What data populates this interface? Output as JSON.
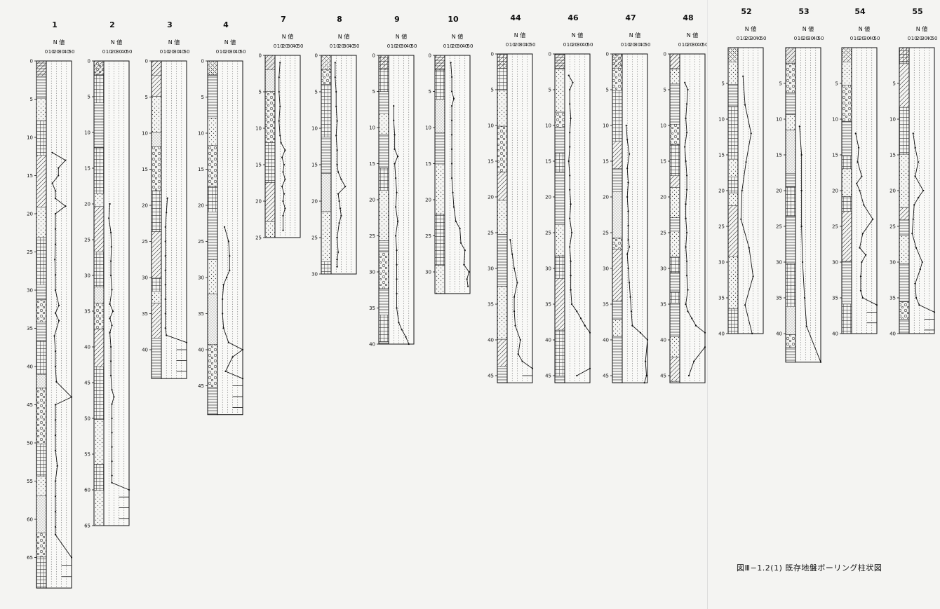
{
  "figure_caption": "図Ⅲ−1.2(1)  既存地盤ボーリング柱状図",
  "n_label": "N 値",
  "n_ticks": [
    "0",
    "10",
    "20",
    "30",
    "40",
    "50"
  ],
  "boreholes": [
    {
      "id": "1",
      "max_depth": 69,
      "depth_ticks": [
        0,
        5,
        10,
        15,
        20,
        25,
        30,
        35,
        40,
        45,
        50,
        55,
        60,
        65
      ],
      "n_profile": [
        [
          12,
          12
        ],
        [
          13,
          38
        ],
        [
          14,
          24
        ],
        [
          15,
          24
        ],
        [
          16,
          12
        ],
        [
          17,
          18
        ],
        [
          18,
          18
        ],
        [
          19,
          38
        ],
        [
          20,
          18
        ],
        [
          22,
          18
        ],
        [
          24,
          18
        ],
        [
          26,
          17
        ],
        [
          28,
          18
        ],
        [
          30,
          18
        ],
        [
          32,
          25
        ],
        [
          33,
          18
        ],
        [
          34,
          25
        ],
        [
          36,
          16
        ],
        [
          38,
          18
        ],
        [
          40,
          18
        ],
        [
          42,
          20
        ],
        [
          44,
          50
        ],
        [
          45,
          18
        ],
        [
          47,
          18
        ],
        [
          49,
          18
        ],
        [
          51,
          18
        ],
        [
          53,
          22
        ],
        [
          55,
          18
        ],
        [
          57,
          18
        ],
        [
          59,
          18
        ],
        [
          61,
          18
        ],
        [
          62,
          18
        ],
        [
          65,
          50
        ]
      ],
      "refusal": true
    },
    {
      "id": "2",
      "max_depth": 65,
      "depth_ticks": [
        0,
        5,
        10,
        15,
        20,
        25,
        30,
        35,
        40,
        45,
        50,
        55,
        60,
        65
      ],
      "n_profile": [
        [
          20,
          12
        ],
        [
          22,
          10
        ],
        [
          24,
          14
        ],
        [
          26,
          15
        ],
        [
          28,
          14
        ],
        [
          30,
          14
        ],
        [
          32,
          16
        ],
        [
          34,
          12
        ],
        [
          35,
          18
        ],
        [
          36,
          12
        ],
        [
          37,
          16
        ],
        [
          38,
          12
        ],
        [
          40,
          14
        ],
        [
          42,
          14
        ],
        [
          44,
          14
        ],
        [
          46,
          16
        ],
        [
          47,
          20
        ],
        [
          48,
          16
        ],
        [
          50,
          16
        ],
        [
          52,
          16
        ],
        [
          54,
          16
        ],
        [
          56,
          16
        ],
        [
          58,
          16
        ],
        [
          59,
          16
        ],
        [
          60,
          50
        ]
      ],
      "refusal": true
    },
    {
      "id": "3",
      "max_depth": 44,
      "depth_ticks": [
        0,
        5,
        10,
        15,
        20,
        25,
        30,
        35,
        40
      ],
      "n_profile": [
        [
          19,
          12
        ],
        [
          21,
          10
        ],
        [
          23,
          8
        ],
        [
          25,
          8
        ],
        [
          27,
          8
        ],
        [
          29,
          8
        ],
        [
          31,
          8
        ],
        [
          33,
          8
        ],
        [
          35,
          8
        ],
        [
          37,
          8
        ],
        [
          38,
          10
        ],
        [
          39,
          50
        ]
      ],
      "refusal": true
    },
    {
      "id": "4",
      "max_depth": 49,
      "depth_ticks": [
        0,
        5,
        10,
        15,
        20,
        25,
        30,
        35,
        40,
        45
      ],
      "n_profile": [
        [
          23,
          14
        ],
        [
          25,
          22
        ],
        [
          27,
          24
        ],
        [
          29,
          24
        ],
        [
          30,
          18
        ],
        [
          31,
          12
        ],
        [
          33,
          10
        ],
        [
          35,
          10
        ],
        [
          37,
          12
        ],
        [
          39,
          22
        ],
        [
          40,
          50
        ],
        [
          41,
          30
        ],
        [
          43,
          16
        ],
        [
          44,
          50
        ]
      ],
      "refusal": true
    },
    {
      "id": "7",
      "max_depth": 25,
      "depth_ticks": [
        0,
        5,
        10,
        15,
        20,
        25
      ],
      "n_profile": [
        [
          1,
          10
        ],
        [
          3,
          8
        ],
        [
          5,
          8
        ],
        [
          7,
          10
        ],
        [
          9,
          8
        ],
        [
          11,
          10
        ],
        [
          12,
          12
        ],
        [
          13,
          20
        ],
        [
          14,
          14
        ],
        [
          15,
          18
        ],
        [
          16,
          16
        ],
        [
          17,
          20
        ],
        [
          18,
          14
        ],
        [
          19,
          18
        ],
        [
          20,
          16
        ],
        [
          21,
          20
        ],
        [
          22,
          16
        ],
        [
          24,
          16
        ]
      ],
      "refusal": false
    },
    {
      "id": "8",
      "max_depth": 30,
      "depth_ticks": [
        0,
        5,
        10,
        15,
        20,
        25,
        30
      ],
      "n_profile": [
        [
          1,
          8
        ],
        [
          3,
          8
        ],
        [
          5,
          10
        ],
        [
          7,
          10
        ],
        [
          9,
          12
        ],
        [
          11,
          10
        ],
        [
          13,
          12
        ],
        [
          15,
          12
        ],
        [
          16,
          14
        ],
        [
          17,
          20
        ],
        [
          18,
          28
        ],
        [
          19,
          14
        ],
        [
          20,
          16
        ],
        [
          21,
          18
        ],
        [
          22,
          20
        ],
        [
          23,
          16
        ],
        [
          25,
          12
        ],
        [
          27,
          14
        ],
        [
          28,
          12
        ],
        [
          29,
          12
        ]
      ],
      "refusal": false
    },
    {
      "id": "9",
      "max_depth": 40,
      "depth_ticks": [
        0,
        5,
        10,
        15,
        20,
        25,
        30,
        35,
        40
      ],
      "n_profile": [
        [
          7,
          10
        ],
        [
          9,
          10
        ],
        [
          11,
          12
        ],
        [
          13,
          12
        ],
        [
          14,
          18
        ],
        [
          15,
          12
        ],
        [
          17,
          14
        ],
        [
          19,
          16
        ],
        [
          21,
          14
        ],
        [
          23,
          18
        ],
        [
          25,
          14
        ],
        [
          27,
          16
        ],
        [
          29,
          16
        ],
        [
          31,
          16
        ],
        [
          33,
          16
        ],
        [
          35,
          16
        ],
        [
          37,
          20
        ],
        [
          38,
          26
        ],
        [
          39,
          34
        ],
        [
          40,
          40
        ]
      ],
      "refusal": false
    },
    {
      "id": "10",
      "max_depth": 33,
      "depth_ticks": [
        0,
        5,
        10,
        15,
        20,
        25,
        30
      ],
      "n_profile": [
        [
          1,
          12
        ],
        [
          3,
          14
        ],
        [
          5,
          14
        ],
        [
          6,
          18
        ],
        [
          7,
          14
        ],
        [
          9,
          14
        ],
        [
          11,
          14
        ],
        [
          13,
          14
        ],
        [
          15,
          14
        ],
        [
          17,
          14
        ],
        [
          19,
          16
        ],
        [
          21,
          18
        ],
        [
          23,
          22
        ],
        [
          24,
          30
        ],
        [
          26,
          32
        ],
        [
          27,
          40
        ],
        [
          29,
          38
        ],
        [
          30,
          48
        ],
        [
          31,
          44
        ],
        [
          32,
          46
        ]
      ],
      "refusal": false
    },
    {
      "id": "44",
      "max_depth": 46,
      "depth_ticks": [
        0,
        5,
        10,
        15,
        20,
        25,
        30,
        35,
        40,
        45
      ],
      "n_profile": [
        [
          26,
          6
        ],
        [
          28,
          10
        ],
        [
          30,
          14
        ],
        [
          32,
          20
        ],
        [
          34,
          14
        ],
        [
          36,
          14
        ],
        [
          38,
          16
        ],
        [
          40,
          26
        ],
        [
          42,
          22
        ],
        [
          43,
          30
        ],
        [
          44,
          50
        ]
      ],
      "refusal": true
    },
    {
      "id": "46",
      "max_depth": 46,
      "depth_ticks": [
        0,
        5,
        10,
        15,
        20,
        25,
        30,
        35,
        40,
        45
      ],
      "n_profile": [
        [
          3,
          8
        ],
        [
          4,
          16
        ],
        [
          5,
          10
        ],
        [
          7,
          10
        ],
        [
          9,
          12
        ],
        [
          11,
          10
        ],
        [
          13,
          10
        ],
        [
          15,
          8
        ],
        [
          17,
          10
        ],
        [
          19,
          10
        ],
        [
          21,
          12
        ],
        [
          23,
          10
        ],
        [
          25,
          14
        ],
        [
          27,
          10
        ],
        [
          29,
          12
        ],
        [
          31,
          12
        ],
        [
          33,
          12
        ],
        [
          35,
          14
        ],
        [
          36,
          24
        ],
        [
          37,
          32
        ],
        [
          38,
          40
        ],
        [
          39,
          50
        ],
        [
          44,
          50
        ],
        [
          45,
          24
        ]
      ],
      "refusal": true
    },
    {
      "id": "47",
      "max_depth": 46,
      "depth_ticks": [
        0,
        5,
        10,
        15,
        20,
        25,
        30,
        35,
        40,
        45
      ],
      "n_profile": [
        [
          10,
          8
        ],
        [
          12,
          10
        ],
        [
          14,
          14
        ],
        [
          16,
          10
        ],
        [
          18,
          12
        ],
        [
          20,
          10
        ],
        [
          22,
          12
        ],
        [
          24,
          12
        ],
        [
          26,
          12
        ],
        [
          27,
          14
        ],
        [
          28,
          10
        ],
        [
          30,
          12
        ],
        [
          32,
          14
        ],
        [
          34,
          16
        ],
        [
          36,
          18
        ],
        [
          38,
          20
        ],
        [
          39,
          36
        ],
        [
          40,
          50
        ],
        [
          43,
          46
        ],
        [
          45,
          48
        ],
        [
          46,
          44
        ]
      ],
      "refusal": true
    },
    {
      "id": "48",
      "max_depth": 46,
      "depth_ticks": [
        0,
        5,
        10,
        15,
        20,
        25,
        30,
        35,
        40,
        45
      ],
      "n_profile": [
        [
          4,
          10
        ],
        [
          5,
          16
        ],
        [
          7,
          14
        ],
        [
          9,
          12
        ],
        [
          11,
          14
        ],
        [
          13,
          10
        ],
        [
          15,
          12
        ],
        [
          17,
          14
        ],
        [
          19,
          14
        ],
        [
          21,
          12
        ],
        [
          23,
          12
        ],
        [
          25,
          14
        ],
        [
          27,
          12
        ],
        [
          29,
          14
        ],
        [
          31,
          14
        ],
        [
          33,
          16
        ],
        [
          35,
          12
        ],
        [
          36,
          16
        ],
        [
          37,
          24
        ],
        [
          38,
          32
        ],
        [
          39,
          50
        ],
        [
          41,
          50
        ],
        [
          43,
          28
        ],
        [
          45,
          18
        ]
      ],
      "refusal": true
    },
    {
      "id": "52",
      "max_depth": 40,
      "depth_ticks": [
        5,
        10,
        15,
        20,
        25,
        30,
        35,
        40
      ],
      "n_profile": [
        [
          4,
          10
        ],
        [
          8,
          14
        ],
        [
          12,
          26
        ],
        [
          16,
          16
        ],
        [
          20,
          8
        ],
        [
          24,
          6
        ],
        [
          28,
          22
        ],
        [
          32,
          30
        ],
        [
          36,
          14
        ],
        [
          40,
          28
        ]
      ],
      "refusal": false
    },
    {
      "id": "53",
      "max_depth": 44,
      "depth_ticks": [
        5,
        10,
        15,
        20,
        25,
        30,
        35,
        40
      ],
      "n_profile": [
        [
          11,
          8
        ],
        [
          15,
          12
        ],
        [
          20,
          12
        ],
        [
          25,
          12
        ],
        [
          30,
          14
        ],
        [
          35,
          18
        ],
        [
          39,
          22
        ],
        [
          44,
          50
        ]
      ],
      "refusal": false
    },
    {
      "id": "54",
      "max_depth": 40,
      "depth_ticks": [
        5,
        10,
        15,
        20,
        25,
        30,
        35,
        40
      ],
      "n_profile": [
        [
          12,
          8
        ],
        [
          14,
          14
        ],
        [
          16,
          12
        ],
        [
          18,
          20
        ],
        [
          19,
          10
        ],
        [
          20,
          16
        ],
        [
          22,
          24
        ],
        [
          24,
          42
        ],
        [
          26,
          22
        ],
        [
          28,
          16
        ],
        [
          29,
          28
        ],
        [
          30,
          20
        ],
        [
          32,
          18
        ],
        [
          34,
          18
        ],
        [
          35,
          22
        ],
        [
          36,
          50
        ]
      ],
      "refusal": true
    },
    {
      "id": "55",
      "max_depth": 40,
      "depth_ticks": [
        5,
        10,
        15,
        20,
        25,
        30,
        35,
        40
      ],
      "n_profile": [
        [
          12,
          8
        ],
        [
          14,
          12
        ],
        [
          16,
          18
        ],
        [
          18,
          12
        ],
        [
          20,
          28
        ],
        [
          21,
          18
        ],
        [
          22,
          10
        ],
        [
          24,
          8
        ],
        [
          26,
          6
        ],
        [
          28,
          14
        ],
        [
          30,
          26
        ],
        [
          31,
          22
        ],
        [
          33,
          12
        ],
        [
          35,
          14
        ],
        [
          36,
          20
        ],
        [
          37,
          50
        ]
      ],
      "refusal": true
    }
  ]
}
